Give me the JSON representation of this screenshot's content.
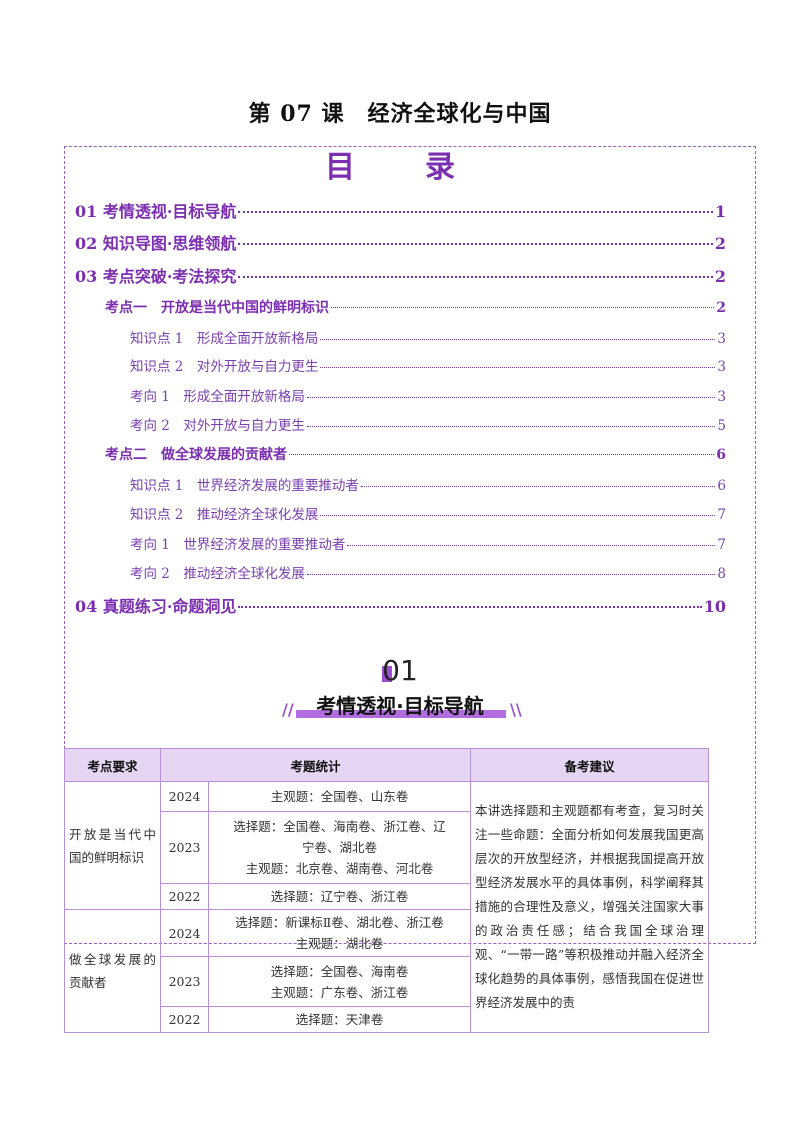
{
  "page_title": "第 07 课　经济全球化与中国",
  "toc": {
    "heading": "目　录",
    "entries": [
      {
        "text": "01 考情透视·目标导航",
        "page": "1"
      },
      {
        "text": "02 知识导图·思维领航",
        "page": "2"
      },
      {
        "text": "03 考点突破·考法探究",
        "page": "2"
      },
      {
        "text": "考点一　开放是当代中国的鲜明标识",
        "page": "2"
      },
      {
        "text": "知识点 1　形成全面开放新格局",
        "page": "3"
      },
      {
        "text": "知识点 2　对外开放与自力更生",
        "page": "3"
      },
      {
        "text": "考向 1　形成全面开放新格局",
        "page": "3"
      },
      {
        "text": "考向 2　对外开放与自力更生",
        "page": "5"
      },
      {
        "text": "考点二　做全球发展的贡献者",
        "page": "6"
      },
      {
        "text": "知识点 1　世界经济发展的重要推动者",
        "page": "6"
      },
      {
        "text": "知识点 2　推动经济全球化发展",
        "page": "7"
      },
      {
        "text": "考向 1　世界经济发展的重要推动者",
        "page": "7"
      },
      {
        "text": "考向 2　推动经济全球化发展",
        "page": "8"
      },
      {
        "text": "04 真题练习·命题洞见",
        "page": "10"
      }
    ]
  },
  "section": {
    "number": "01",
    "title": "考情透视·目标导航"
  },
  "table": {
    "headers": [
      "考点要求",
      "考题统计",
      "备考建议"
    ],
    "topic1": "开放是当代中国的鲜明标识",
    "topic2": "做全球发展的贡献者",
    "rows": [
      {
        "year": "2024",
        "lines": [
          "主观题：全国卷、山东卷"
        ]
      },
      {
        "year": "2023",
        "lines": [
          "选择题：全国卷、海南卷、浙江卷、辽",
          "宁卷、湖北卷",
          "主观题：北京卷、湖南卷、河北卷"
        ]
      },
      {
        "year": "2022",
        "lines": [
          "选择题：辽宁卷、浙江卷"
        ]
      },
      {
        "year": "2024",
        "lines": [
          "选择题：新课标Ⅱ卷、湖北卷、浙江卷",
          "主观题：湖北卷"
        ]
      },
      {
        "year": "2023",
        "lines": [
          "选择题：全国卷、海南卷",
          "主观题：广东卷、浙江卷"
        ]
      },
      {
        "year": "2022",
        "lines": [
          "选择题：天津卷"
        ]
      }
    ],
    "advice": "本讲选择题和主观题都有考查，复习时关注一些命题：全面分析如何发展我国更高层次的开放型经济，并根据我国提高开放型经济发展水平的具体事例，科学阐释其措施的合理性及意义，增强关注国家大事的政治责任感；结合我国全球治理观、“一带一路”等积极推动并融入经济全球化趋势的具体事例，感悟我国在促进世界经济发展中的责"
  }
}
